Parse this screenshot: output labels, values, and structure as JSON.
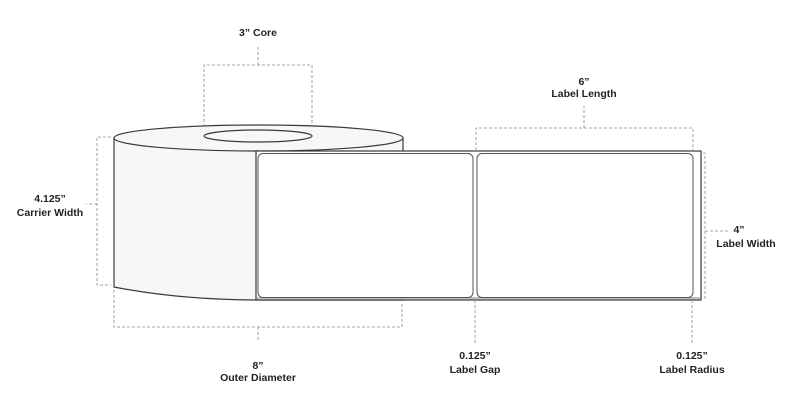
{
  "core": {
    "value": "3” Core"
  },
  "label_length": {
    "value": "6”",
    "caption": "Label Length"
  },
  "carrier_width": {
    "value": "4.125”",
    "caption": "Carrier Width"
  },
  "label_width": {
    "value": "4”",
    "caption": "Label Width"
  },
  "outer_diameter": {
    "value": "8”",
    "caption": "Outer Diameter"
  },
  "label_gap": {
    "value": "0.125”",
    "caption": "Label Gap"
  },
  "label_radius": {
    "value": "0.125”",
    "caption": "Label Radius"
  },
  "colors": {
    "roll_fill": "#f7f7f7",
    "outline": "#3a3a3a",
    "dimension_line": "#8a8a8a"
  }
}
